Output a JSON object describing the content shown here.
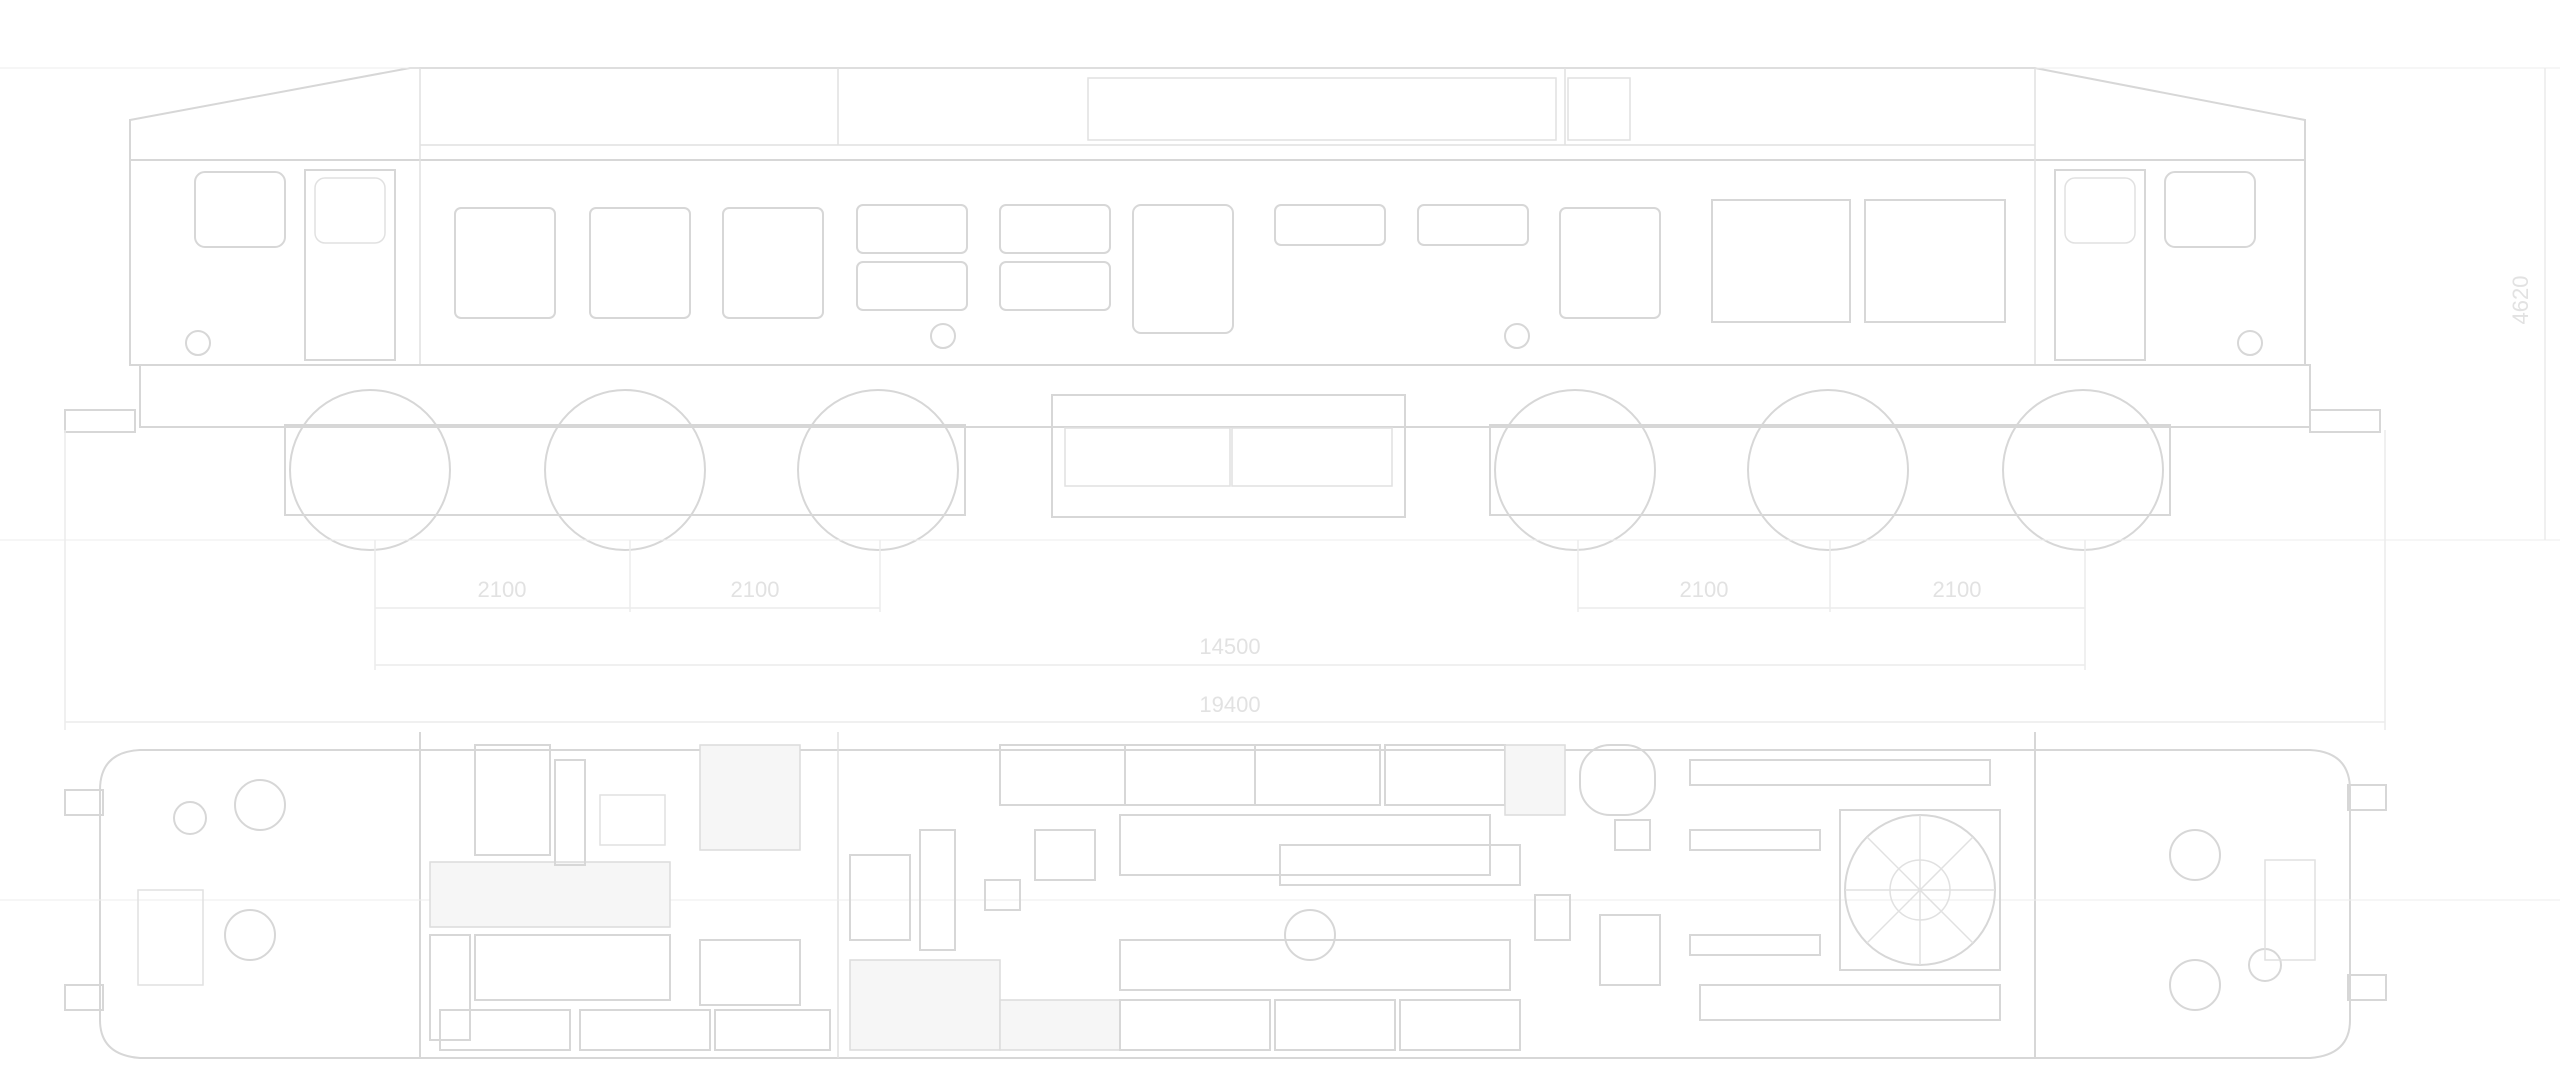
{
  "dimensions": {
    "bogie_axle_spacing_labels": [
      "2100",
      "2100",
      "2100",
      "2100"
    ],
    "bogie_centers_label": "14500",
    "length_over_buffers_label": "19400",
    "height_label": "4620"
  },
  "views": [
    "side-elevation",
    "plan-layout"
  ],
  "colors": {
    "background": "#ffffff",
    "line": "#d7d7d7",
    "faint_line": "#ececec",
    "dimension_text": "#e2e2e2"
  }
}
